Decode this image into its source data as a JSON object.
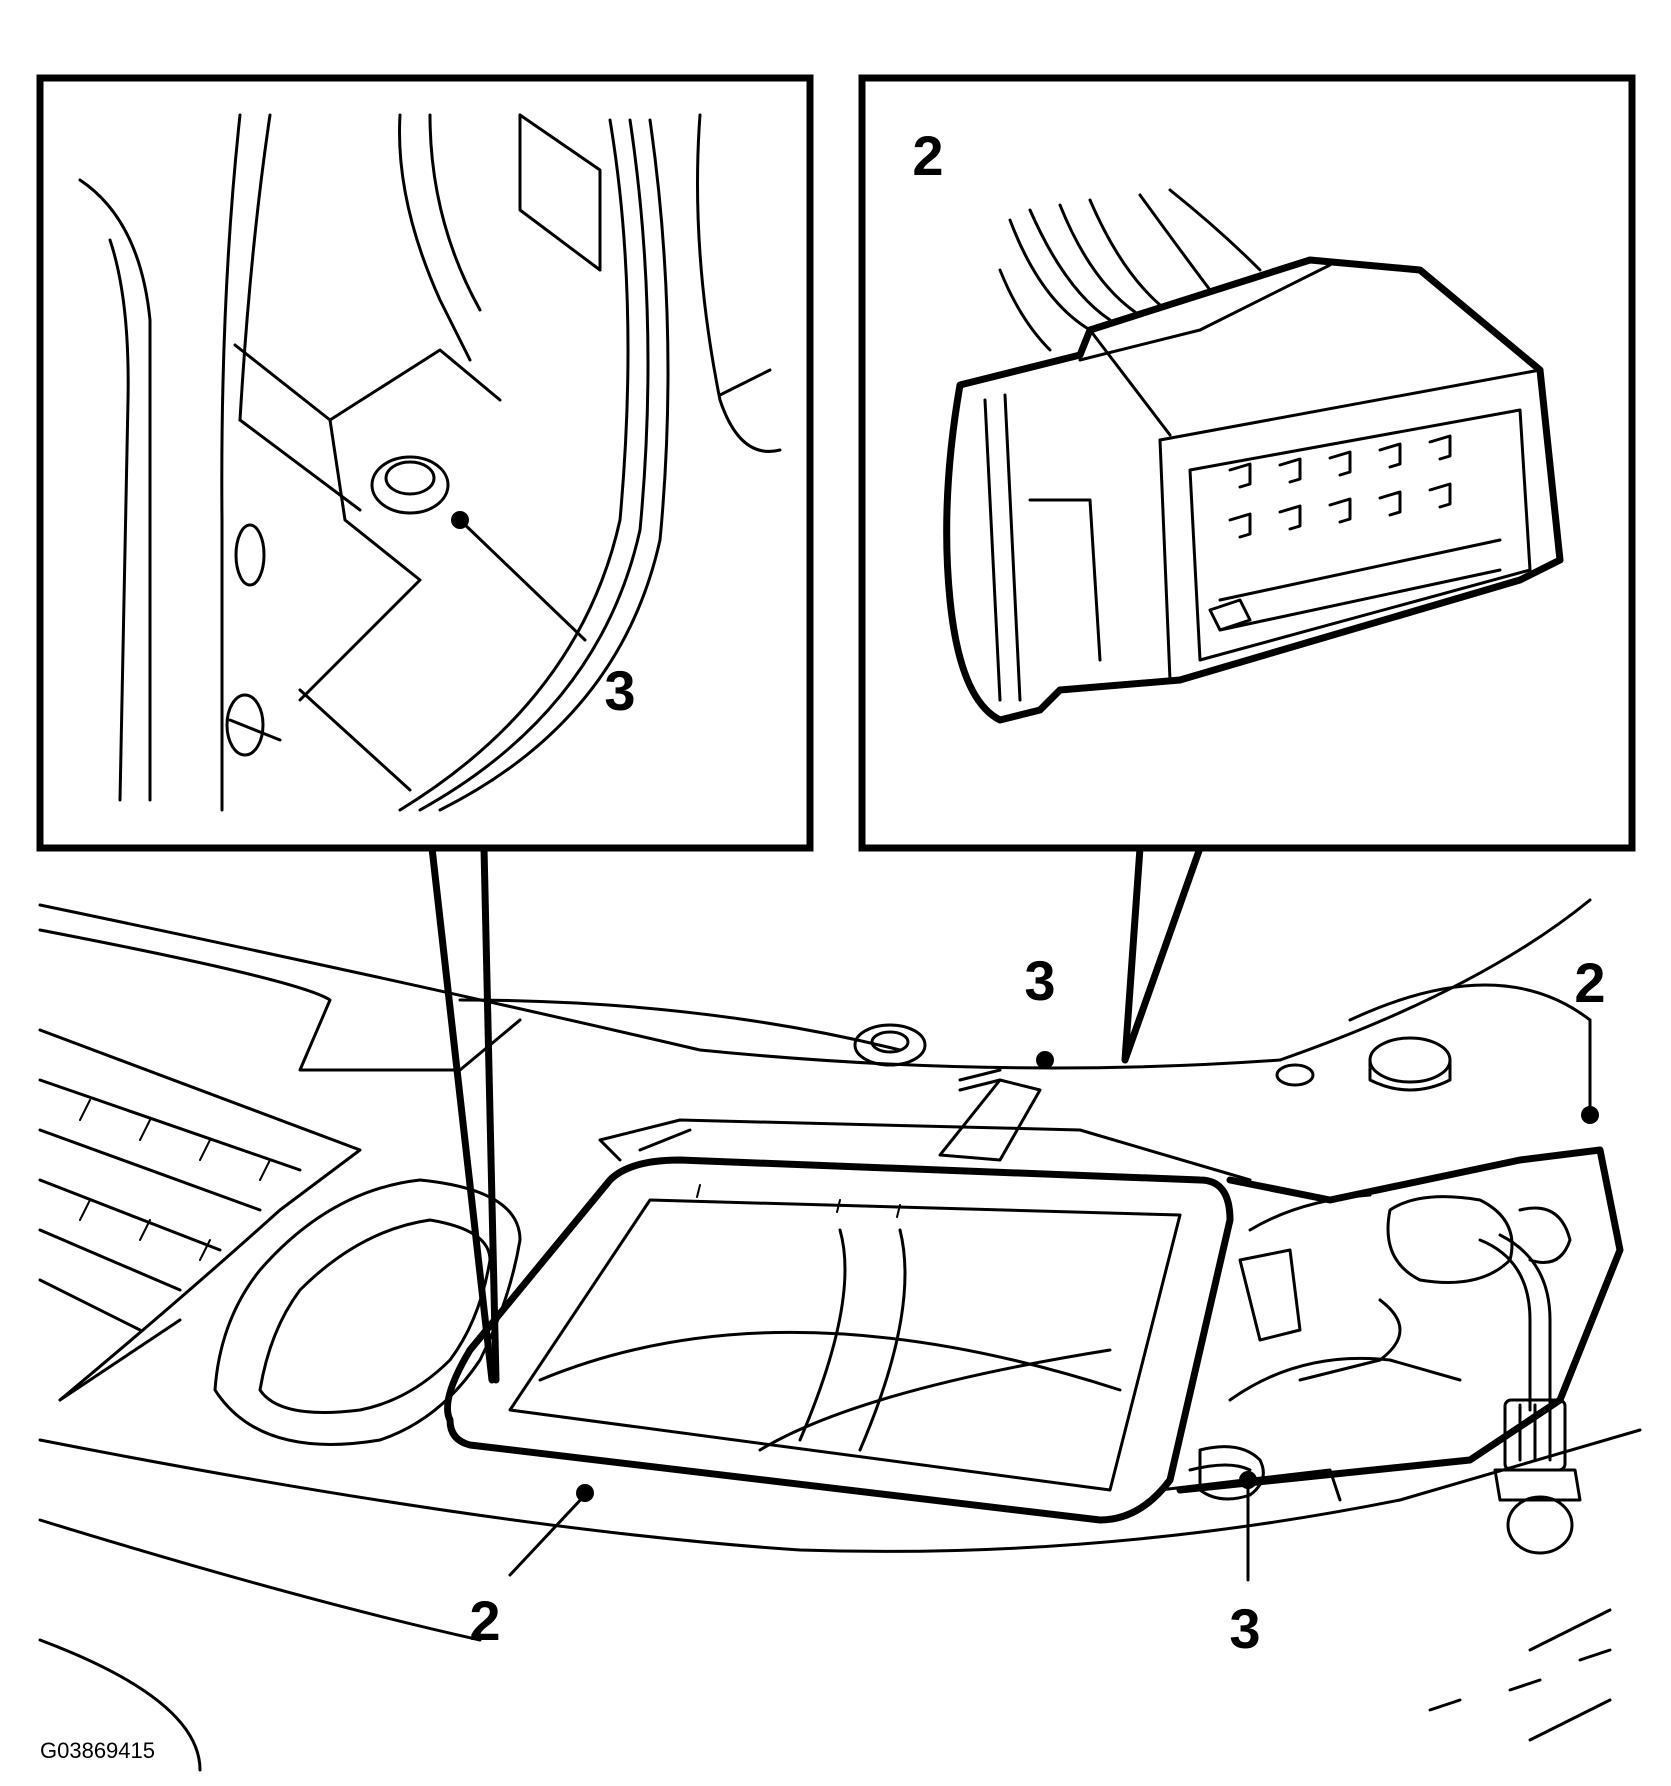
{
  "figure_id": "G03869415",
  "callouts": {
    "inset_left_bolt": "3",
    "inset_right_connector": "2",
    "main_top_bolt": "3",
    "main_right_connector": "2",
    "main_lamp_assembly": "2",
    "main_bottom_bolt": "3"
  },
  "colors": {
    "ink": "#000000",
    "paper": "#ffffff"
  }
}
